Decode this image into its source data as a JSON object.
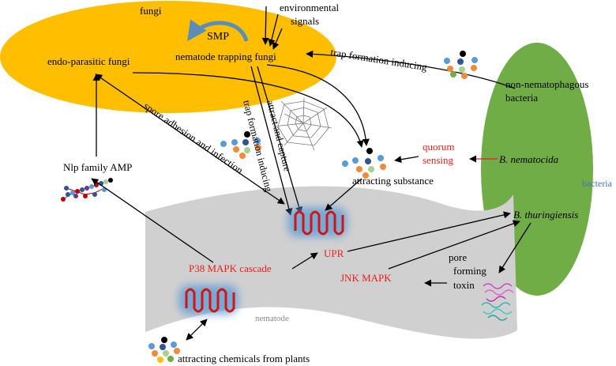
{
  "regions": {
    "fungi": {
      "label": "fungi",
      "color": "#FFBE00"
    },
    "bacteria": {
      "label": "bacteria",
      "color": "#70AD47",
      "label_color": "#4472C4"
    },
    "nematode": {
      "label": "nematode",
      "color": "#D0D0D0",
      "label_color": "#8a8a8a"
    }
  },
  "fungi_nodes": {
    "smp": "SMP",
    "nematode_trapping_fungi": "nematode trapping fungi",
    "endo_parasitic_fungi": "endo-parasitic fungi"
  },
  "bacteria_nodes": {
    "non_nematophagous": [
      "non-nematophagous",
      "bacteria"
    ],
    "b_nematocida": "B. nematocida",
    "b_thuringiensis": "B. thuringiensis"
  },
  "nematode_nodes": {
    "p38": "P38 MAPK cascade",
    "upr": "UPR",
    "jnk": "JNK MAPK"
  },
  "edge_labels": {
    "environmental_signals": [
      "environmental",
      "signals"
    ],
    "trap_formation_inducing_horizontal": "trap formation inducing",
    "spore_adhesion": "spore adhesion and infection",
    "trap_formation_inducing_vertical": "trap formation inducing",
    "attract_and_capture": "attract and capture",
    "quorum_sensing": [
      "quorum",
      "sensing"
    ],
    "pore_forming_toxin": [
      "pore",
      "forming",
      "toxin"
    ]
  },
  "other_nodes": {
    "nlp_family_amp": "Nlp family AMP",
    "attracting_substance": "attracting substance",
    "attracting_chemicals": "attracting chemicals from plants"
  },
  "colors": {
    "red_text": "#E8201C",
    "receptor": "#D11515",
    "receptor_glow": "#5B9BD5",
    "smp_arrow": "#5B8DB8",
    "dot_palette": [
      "#F28A3C",
      "#5B9BD5",
      "#A9D18E",
      "#FFC000",
      "#2F5597",
      "#70AD47",
      "#000000"
    ]
  },
  "icons": [
    "cobweb-icon",
    "molecule-dots-icon",
    "peptide-chain-icon",
    "protein-structure-icon",
    "receptor-icon"
  ]
}
